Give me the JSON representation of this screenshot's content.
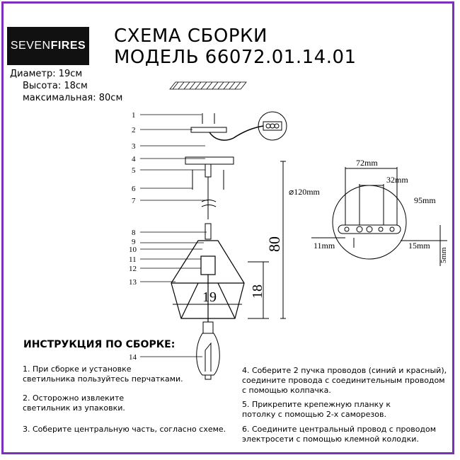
{
  "brand": {
    "logo_regular": "SEVEN",
    "logo_bold": "FIRES"
  },
  "header": {
    "title_line1": "СХЕМА СБОРКИ",
    "title_line2": "МОДЕЛЬ 66072.01.14.01"
  },
  "dimensions": {
    "diameter": "Диаметр: 19см",
    "height": "Высота: 18см",
    "max_height": "максимальная: 80см"
  },
  "part_numbers": [
    "1",
    "2",
    "3",
    "4",
    "5",
    "6",
    "7",
    "8",
    "9",
    "10",
    "11",
    "12",
    "13",
    "14"
  ],
  "drawing_labels": {
    "shade_width": "19",
    "shade_height": "18",
    "total_height": "80"
  },
  "canopy_labels": {
    "d72": "72mm",
    "d32": "32mm",
    "d95": "95mm",
    "d120": "⌀120mm",
    "d11": "11mm",
    "d15": "15mm",
    "d5": "5mm"
  },
  "instructions": {
    "title": "ИНСТРУКЦИЯ ПО СБОРКЕ:",
    "step1": "1. При сборке и установке\nсветильника пользуйтесь перчатками.",
    "step2": "2. Осторожно извлеките\nсветильник из упаковки.",
    "step3": "3. Соберите центральную часть, согласно схеме.",
    "step4": "4. Соберите 2 пучка проводов (синий и красный),\nсоедините провода с соединительным проводом\nс помощью колпачка.",
    "step5": "5. Прикрепите крепежную планку к\nпотолку с помощью 2-х саморезов.",
    "step6": "6. Соедините центральный провод с проводом\nэлектросети с помощью клемной колодки."
  },
  "colors": {
    "frame": "#7b2fbf",
    "logo_bg": "#111111"
  }
}
